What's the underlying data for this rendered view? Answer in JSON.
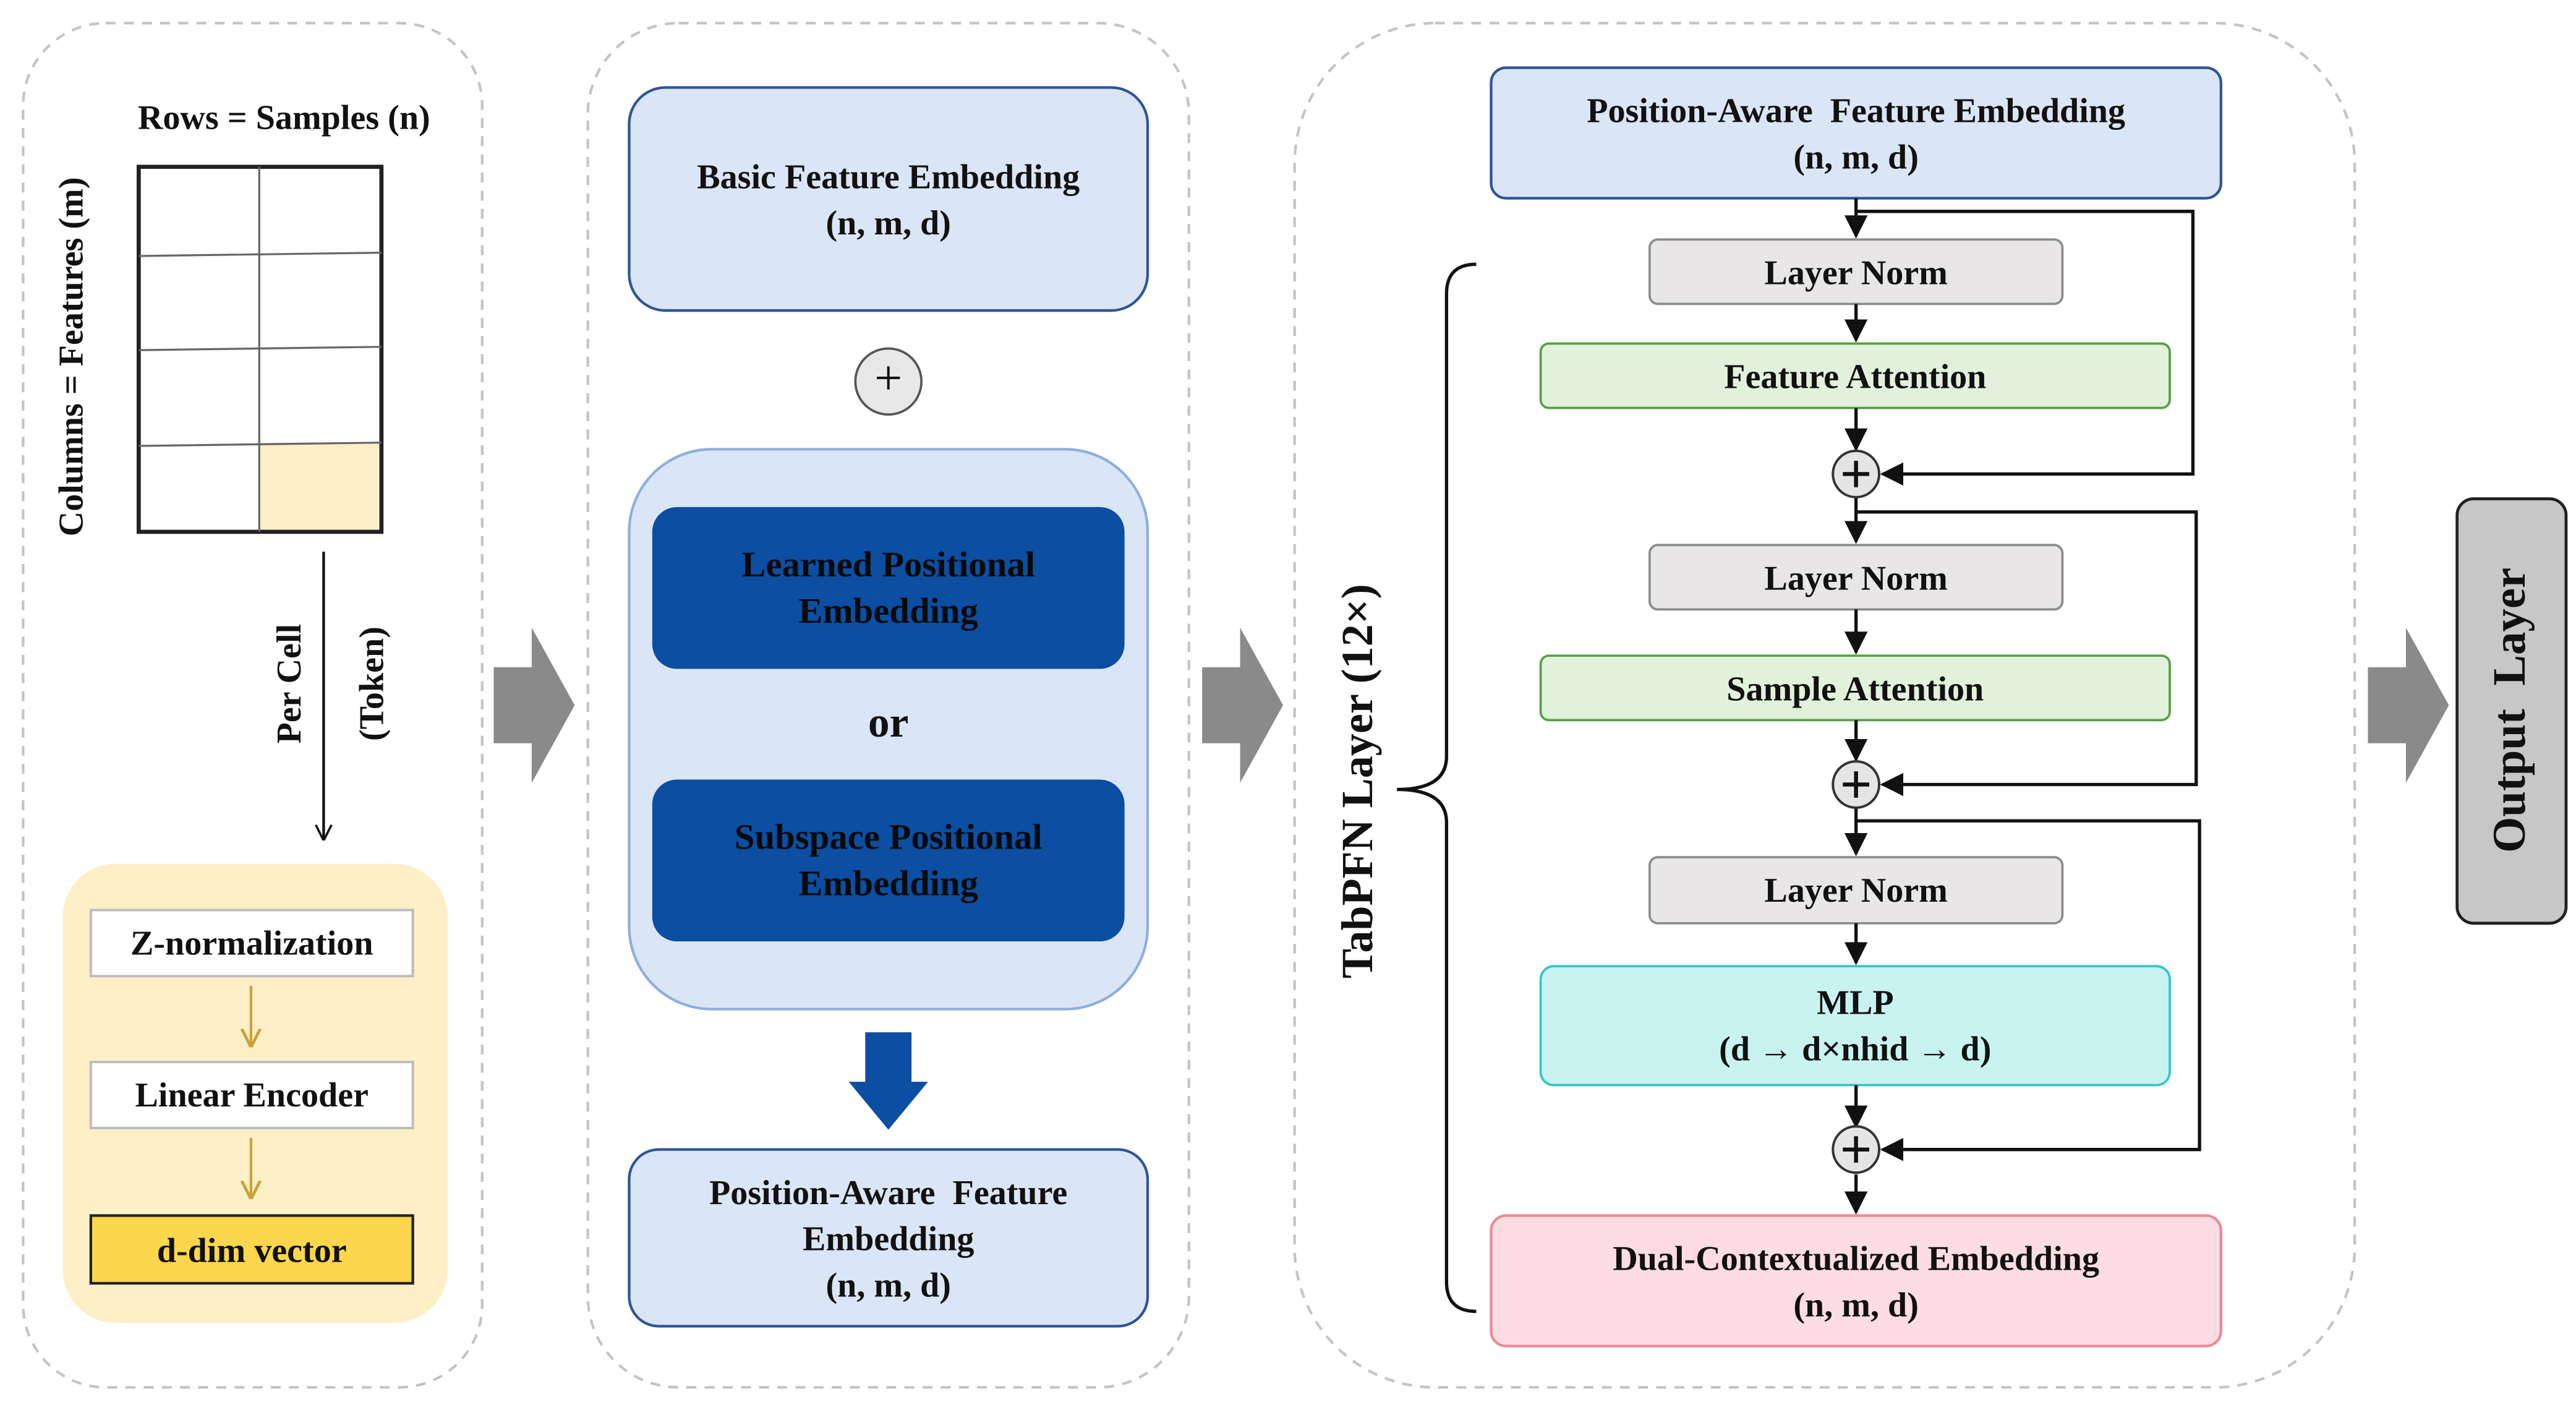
{
  "input": {
    "rows_label": "Rows = Samples (n)",
    "columns_label": "Columns = Features (m)",
    "per_cell_label": "Per Cell",
    "token_label": "(Token)"
  },
  "encoder": {
    "steps": [
      "Z-normalization",
      "Linear Encoder",
      "d-dim vector"
    ]
  },
  "embedding": {
    "basic_title": "Basic Feature Embedding",
    "basic_shape": "(n, m, d)",
    "plus_symbol": "+",
    "learned_line1": "Learned Positional",
    "learned_line2": "Embedding",
    "or_label": "or",
    "subspace_line1": "Subspace Positional",
    "subspace_line2": "Embedding",
    "output_line1": "Position-Aware  Feature",
    "output_line2": "Embedding",
    "output_shape": "(n, m, d)"
  },
  "tabpfn": {
    "input_title": "Position-Aware  Feature Embedding",
    "input_shape": "(n, m, d)",
    "layer_label": "TabPFN Layer (12×)",
    "blocks": {
      "layer_norm": "Layer Norm",
      "feature_attention": "Feature Attention",
      "sample_attention": "Sample Attention",
      "mlp_title": "MLP",
      "mlp_detail": "(d → d×nhid → d)"
    },
    "output_title": "Dual-Contextualized Embedding",
    "output_shape": "(n, m, d)"
  },
  "output_layer": "Output  Layer",
  "colors": {
    "panel_border": "#c4c4c4",
    "light_blue_fill": "#dae6f6",
    "light_blue_border": "#2f5597",
    "dark_blue": "#0b4ea2",
    "cream": "#fdefc7",
    "yellow_fill": "#fcd64d",
    "layer_norm_fill": "#e8e6e6",
    "attention_fill": "#e2f1db",
    "attention_border": "#56a048",
    "mlp_fill": "#c9f3f1",
    "mlp_border": "#33c6c8",
    "output_fill": "#fddde3",
    "output_border": "#e88a9a",
    "gray_arrow": "#8a8a8a",
    "gold_arrow": "#c8a33a"
  }
}
